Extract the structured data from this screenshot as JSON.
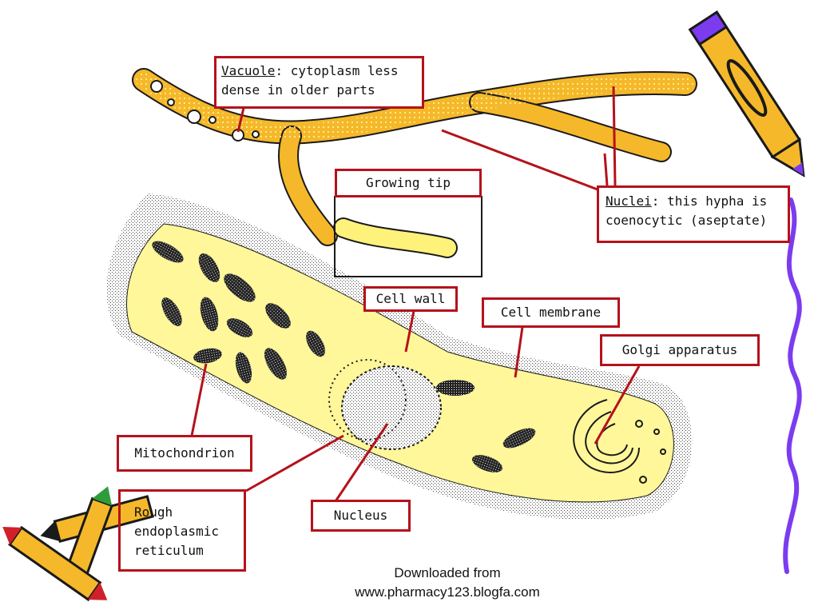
{
  "labels": {
    "vacuole": {
      "term": "Vacuole",
      "rest_line1": ": cytoplasm less",
      "line2": "dense in older parts"
    },
    "growing_tip": "Growing tip",
    "nuclei": {
      "term": "Nuclei",
      "rest_line1": ": this hypha is",
      "line2": "coenocytic (aseptate)"
    },
    "cell_wall": "Cell wall",
    "cell_membrane": "Cell membrane",
    "golgi": "Golgi apparatus",
    "mitochondrion": "Mitochondrion",
    "nucleus": "Nucleus",
    "rer": {
      "line1": "Rough",
      "line2": "endoplasmic",
      "line3": "reticulum"
    }
  },
  "credit": {
    "line1": "Downloaded from",
    "line2": "www.pharmacy123.blogfa.com"
  },
  "colors": {
    "hypha": "#f5b82a",
    "cell_fill": "#fff79a",
    "label_border": "#b5121b",
    "leader_line": "#b5121b",
    "stipple": "#555555",
    "ribbon": "#7b3cf0"
  },
  "icons": [
    "pencil-icon",
    "crayon-icon",
    "wavy-ribbon-icon"
  ]
}
